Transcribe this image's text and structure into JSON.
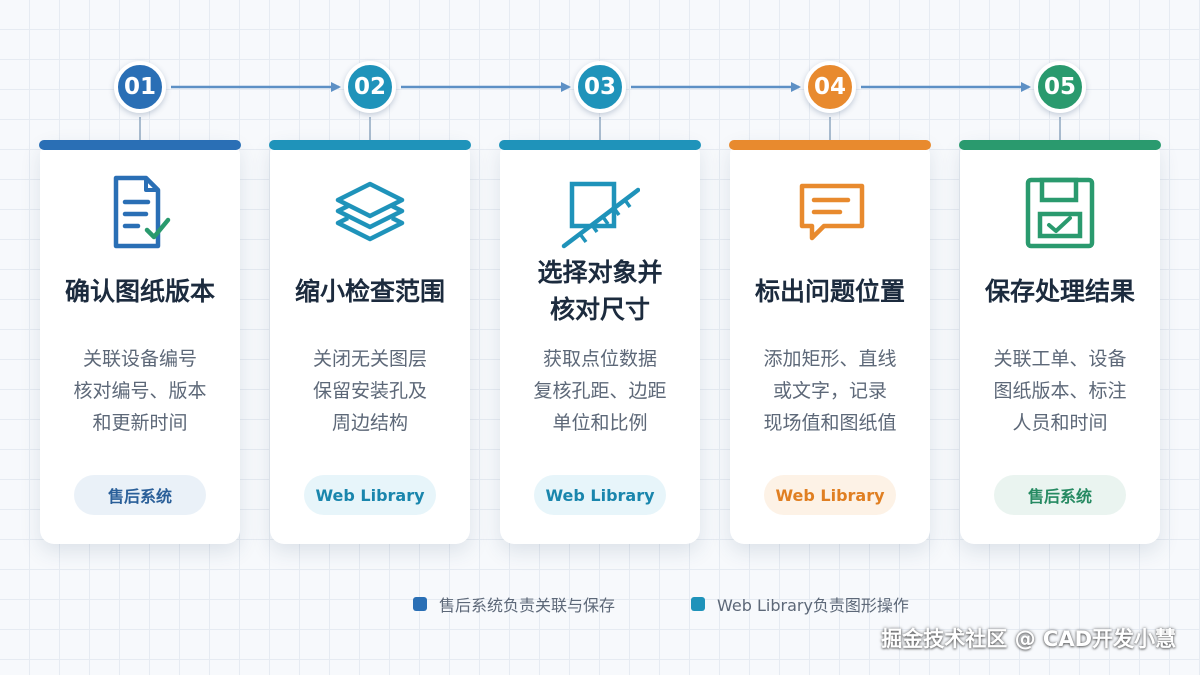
{
  "steps": [
    {
      "number": "01",
      "title": "确认图纸版本",
      "desc": [
        "关联设备编号",
        "核对编号、版本",
        "和更新时间"
      ],
      "tag": "售后系统",
      "color": "#2a6fb5",
      "tag_bg": "#eaf1f8",
      "tag_color": "#2a5f99",
      "icon": "document-check-icon"
    },
    {
      "number": "02",
      "title": "缩小检查范围",
      "desc": [
        "关闭无关图层",
        "保留安装孔及",
        "周边结构"
      ],
      "tag": "Web Library",
      "color": "#1f93ba",
      "tag_bg": "#e7f5fa",
      "tag_color": "#1a86ad",
      "icon": "layers-icon"
    },
    {
      "number": "03",
      "title": "选择对象并核对尺寸",
      "desc": [
        "获取点位数据",
        "复核孔距、边距",
        "单位和比例"
      ],
      "tag": "Web Library",
      "color": "#1f93ba",
      "tag_bg": "#e7f5fa",
      "tag_color": "#1a86ad",
      "icon": "measure-ruler-icon"
    },
    {
      "number": "04",
      "title": "标出问题位置",
      "desc": [
        "添加矩形、直线",
        "或文字，记录",
        "现场值和图纸值"
      ],
      "tag": "Web Library",
      "color": "#e88a2e",
      "tag_bg": "#fdf2e6",
      "tag_color": "#e07f22",
      "icon": "comment-icon"
    },
    {
      "number": "05",
      "title": "保存处理结果",
      "desc": [
        "关联工单、设备",
        "图纸版本、标注",
        "人员和时间"
      ],
      "tag": "售后系统",
      "color": "#2a9a6e",
      "tag_bg": "#eaf4f0",
      "tag_color": "#268a62",
      "icon": "save-check-icon"
    }
  ],
  "legend": [
    {
      "label": "售后系统负责关联与保存",
      "color": "#2a6fb5"
    },
    {
      "label": "Web Library负责图形操作",
      "color": "#1f93ba"
    }
  ],
  "watermark": "掘金技术社区 @ CAD开发小慧",
  "colors": {
    "flow_line": "#5d90c5",
    "background": "#f7f9fc"
  }
}
